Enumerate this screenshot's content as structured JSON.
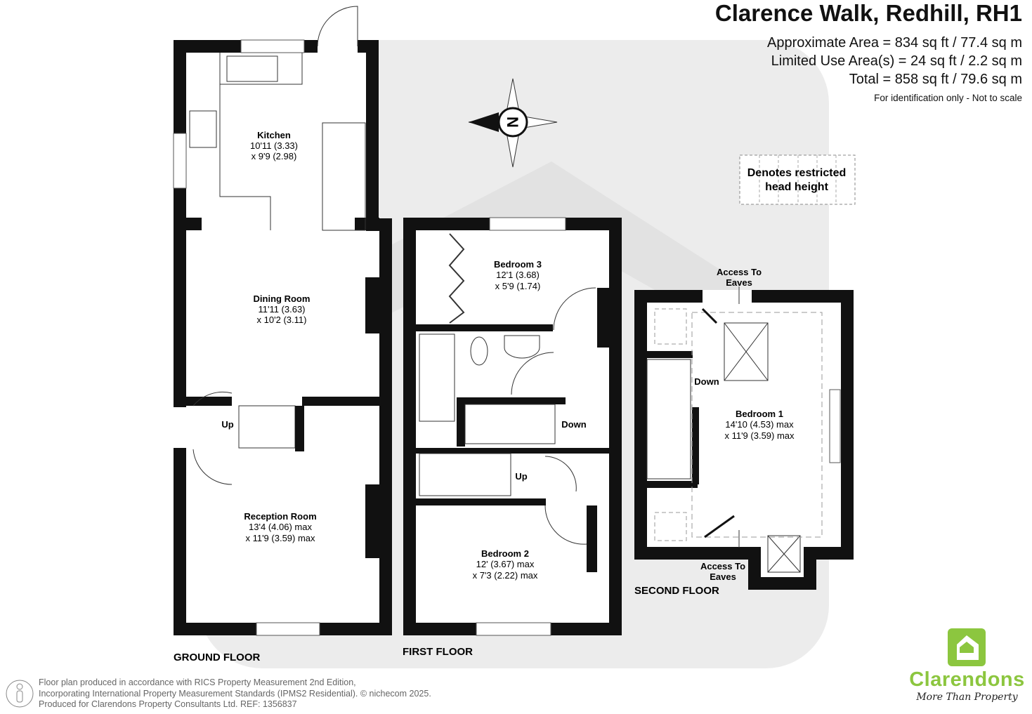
{
  "header": {
    "title": "Clarence Walk, Redhill, RH1",
    "approx_area": "Approximate Area = 834 sq ft / 77.4 sq m",
    "limited_area": "Limited Use Area(s) = 24 sq ft / 2.2 sq m",
    "total": "Total = 858 sq ft / 79.6 sq m",
    "note": "For identification only - Not to scale"
  },
  "legend": {
    "line1": "Denotes restricted",
    "line2": "head height"
  },
  "compass": {
    "label": "N"
  },
  "rooms": {
    "kitchen": {
      "name": "Kitchen",
      "d1": "10'11 (3.33)",
      "d2": "x 9'9 (2.98)"
    },
    "dining": {
      "name": "Dining Room",
      "d1": "11'11 (3.63)",
      "d2": "x 10'2 (3.11)"
    },
    "reception": {
      "name": "Reception Room",
      "d1": "13'4 (4.06) max",
      "d2": "x 11'9 (3.59) max"
    },
    "bedroom3": {
      "name": "Bedroom 3",
      "d1": "12'1 (3.68)",
      "d2": "x 5'9 (1.74)"
    },
    "bedroom2": {
      "name": "Bedroom 2",
      "d1": "12' (3.67) max",
      "d2": "x 7'3 (2.22) max"
    },
    "bedroom1": {
      "name": "Bedroom 1",
      "d1": "14'10 (4.53) max",
      "d2": "x 11'9 (3.59) max"
    }
  },
  "stairs": {
    "ground_up": "Up",
    "first_down": "Down",
    "first_up": "Up",
    "second_down": "Down"
  },
  "eaves": {
    "top1": "Access To",
    "top2": "Eaves",
    "bottom1": "Access To",
    "bottom2": "Eaves"
  },
  "floors": {
    "ground": "GROUND FLOOR",
    "first": "FIRST FLOOR",
    "second": "SECOND FLOOR"
  },
  "footer": {
    "line1": "Floor plan produced in accordance with RICS Property Measurement 2nd Edition,",
    "line2": "Incorporating International Property Measurement Standards (IPMS2 Residential).   © nichecom 2025.",
    "line3": "Produced for Clarendons Property Consultants Ltd.   REF: 1356837"
  },
  "logo": {
    "brand": "Clarendons",
    "tagline": "More Than Property",
    "color": "#8cc63f"
  }
}
